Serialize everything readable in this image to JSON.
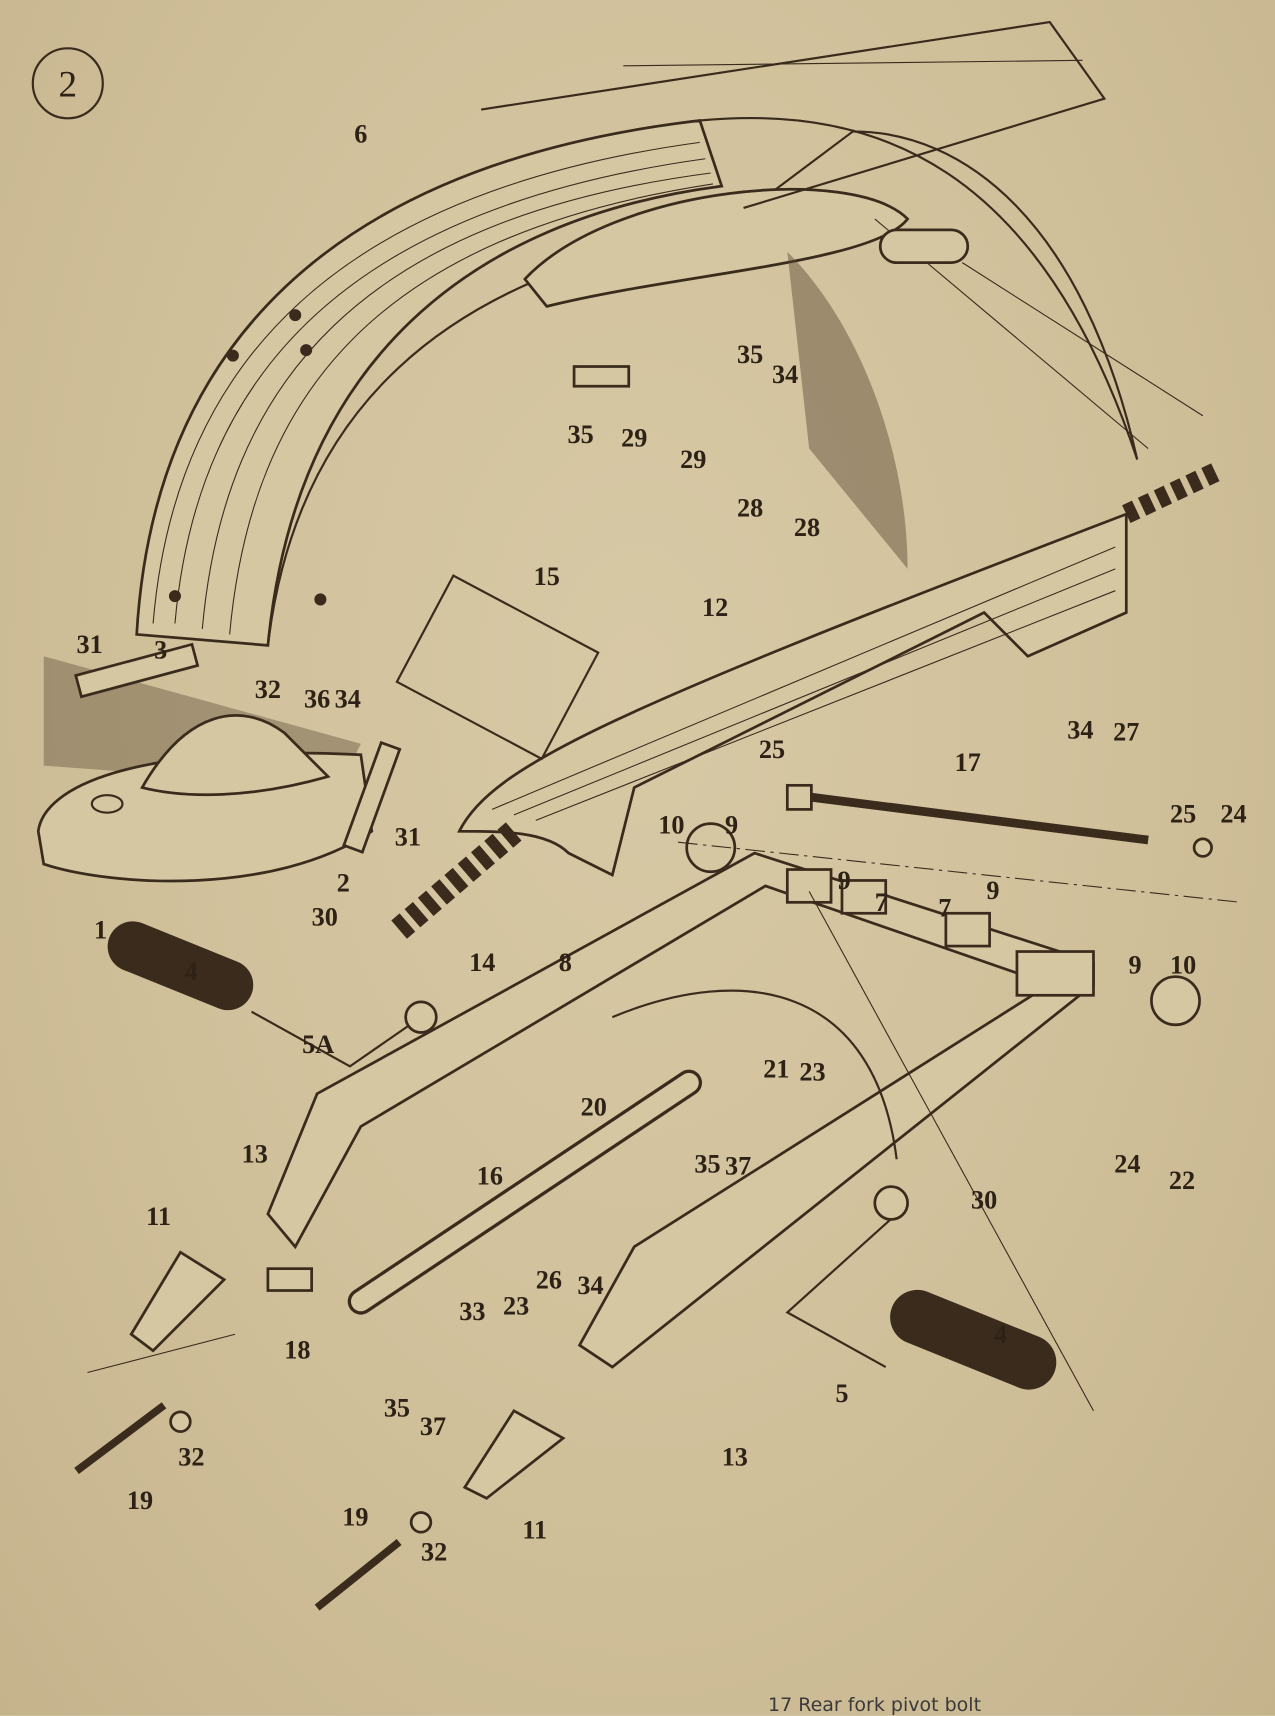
{
  "figure_number": "2",
  "callouts": [
    "6",
    "35",
    "29",
    "29",
    "35",
    "34",
    "28",
    "28",
    "15",
    "12",
    "31",
    "3",
    "32",
    "36",
    "34",
    "34",
    "27",
    "25",
    "17",
    "25",
    "24",
    "10",
    "9",
    "31",
    "2",
    "9",
    "7",
    "7",
    "9",
    "1",
    "30",
    "14",
    "4",
    "8",
    "9",
    "10",
    "5A",
    "21",
    "23",
    "20",
    "13",
    "35",
    "37",
    "24",
    "22",
    "16",
    "30",
    "11",
    "26",
    "34",
    "23",
    "33",
    "18",
    "5",
    "35",
    "37",
    "4",
    "32",
    "13",
    "19",
    "11",
    "19",
    "32"
  ],
  "caption": "17  Rear fork pivot bolt",
  "colors": {
    "paper": "#d1c19c",
    "ink": "#3b2b1d"
  }
}
